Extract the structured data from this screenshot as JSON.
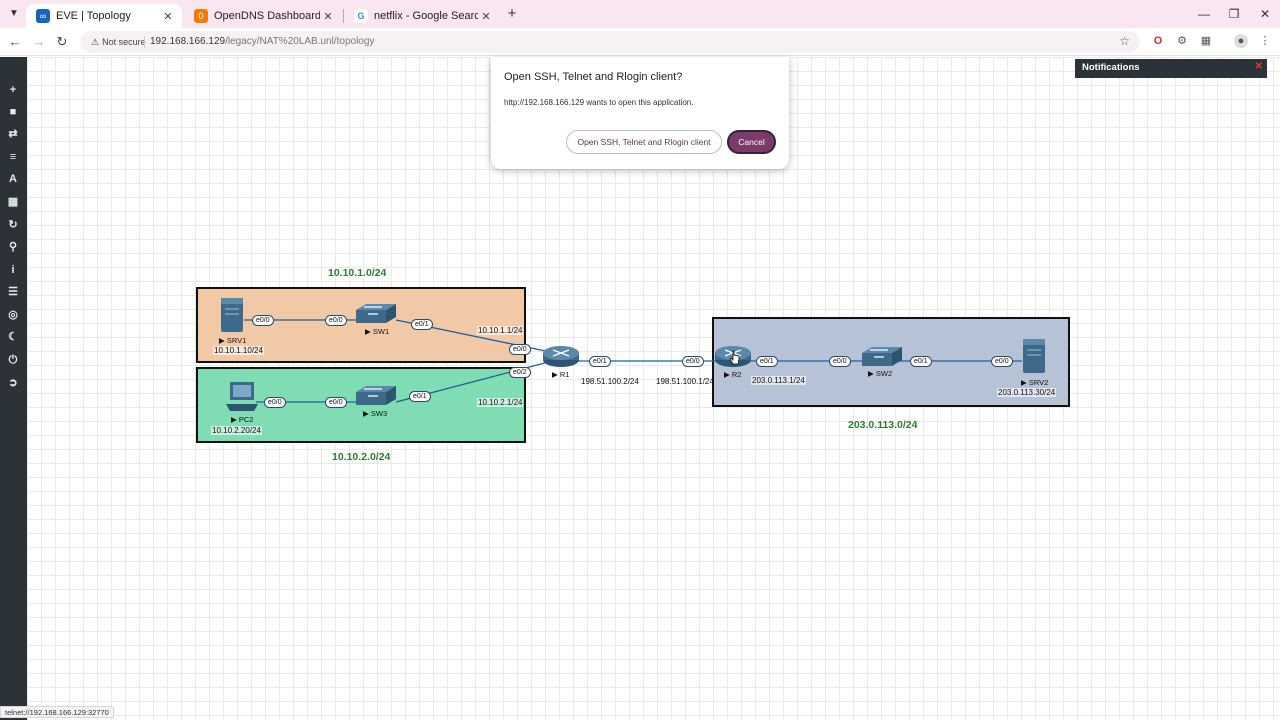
{
  "browser": {
    "tabs": [
      {
        "title": "EVE | Topology",
        "icon": "eve-favicon",
        "active": true,
        "color": "#1565c0"
      },
      {
        "title": "OpenDNS Dashboard > Stats >",
        "icon": "opendns-favicon",
        "active": false,
        "color": "#f57c00"
      },
      {
        "title": "netflix - Google Search",
        "icon": "google-favicon",
        "active": false,
        "color": "#4285f4"
      }
    ],
    "security_label": "Not secure",
    "url_host": "192.168.166.129",
    "url_path": "/legacy/NAT%20LAB.unl/topology",
    "status_url": "telnet://192.168.166.129:32770"
  },
  "dialog": {
    "title": "Open SSH, Telnet and Rlogin client?",
    "message": "http://192.168.166.129 wants to open this application.",
    "open_button": "Open SSH, Telnet and Rlogin client",
    "cancel_button": "Cancel"
  },
  "notifications": {
    "title": "Notifications"
  },
  "networks": {
    "lan1": {
      "label": "10.10.1.0/24",
      "color": "#f2c9a7"
    },
    "lan2": {
      "label": "10.10.2.0/24",
      "color": "#7fdcb3"
    },
    "wan": {
      "label": "203.0.113.0/24",
      "color": "#b6c3d6"
    }
  },
  "devices": {
    "srv1": {
      "name": "SRV1",
      "ip": "10.10.1.10/24"
    },
    "sw1": {
      "name": "SW1"
    },
    "pc2": {
      "name": "PC2",
      "ip": "10.10.2.20/24"
    },
    "sw3": {
      "name": "SW3"
    },
    "r1": {
      "name": "R1",
      "ip_lan1": "10.10.1.1/24",
      "ip_lan2": "10.10.2.1/24",
      "ip_wan": "198.51.100.2/24"
    },
    "r2": {
      "name": "R2",
      "ip_wan": "198.51.100.1/24",
      "ip_lan": "203.0.113.1/24"
    },
    "sw2": {
      "name": "SW2"
    },
    "srv2": {
      "name": "SRV2",
      "ip": "203.0.113.30/24"
    }
  },
  "ports": {
    "srv1_e00": "e0/0",
    "sw1_e00": "e0/0",
    "sw1_e01": "e0/1",
    "r1_e00": "e0/0",
    "pc2_e00": "e0/0",
    "sw3_e00": "e0/0",
    "sw3_e01": "e0/1",
    "r1_e02": "e0/2",
    "r1_e01": "e0/1",
    "r2_e00": "e0/0",
    "r2_e01": "e0/1",
    "sw2_e00": "e0/0",
    "sw2_e01": "e0/1",
    "srv2_e00": "e0/0"
  },
  "sidebar_icons": [
    "add-icon",
    "layers-icon",
    "transfer-icon",
    "list-icon",
    "text-icon",
    "grid-icon",
    "refresh-icon",
    "zoom-icon",
    "info-icon",
    "log-icon",
    "status-icon",
    "dark-mode-icon",
    "power-icon",
    "logout-icon"
  ]
}
